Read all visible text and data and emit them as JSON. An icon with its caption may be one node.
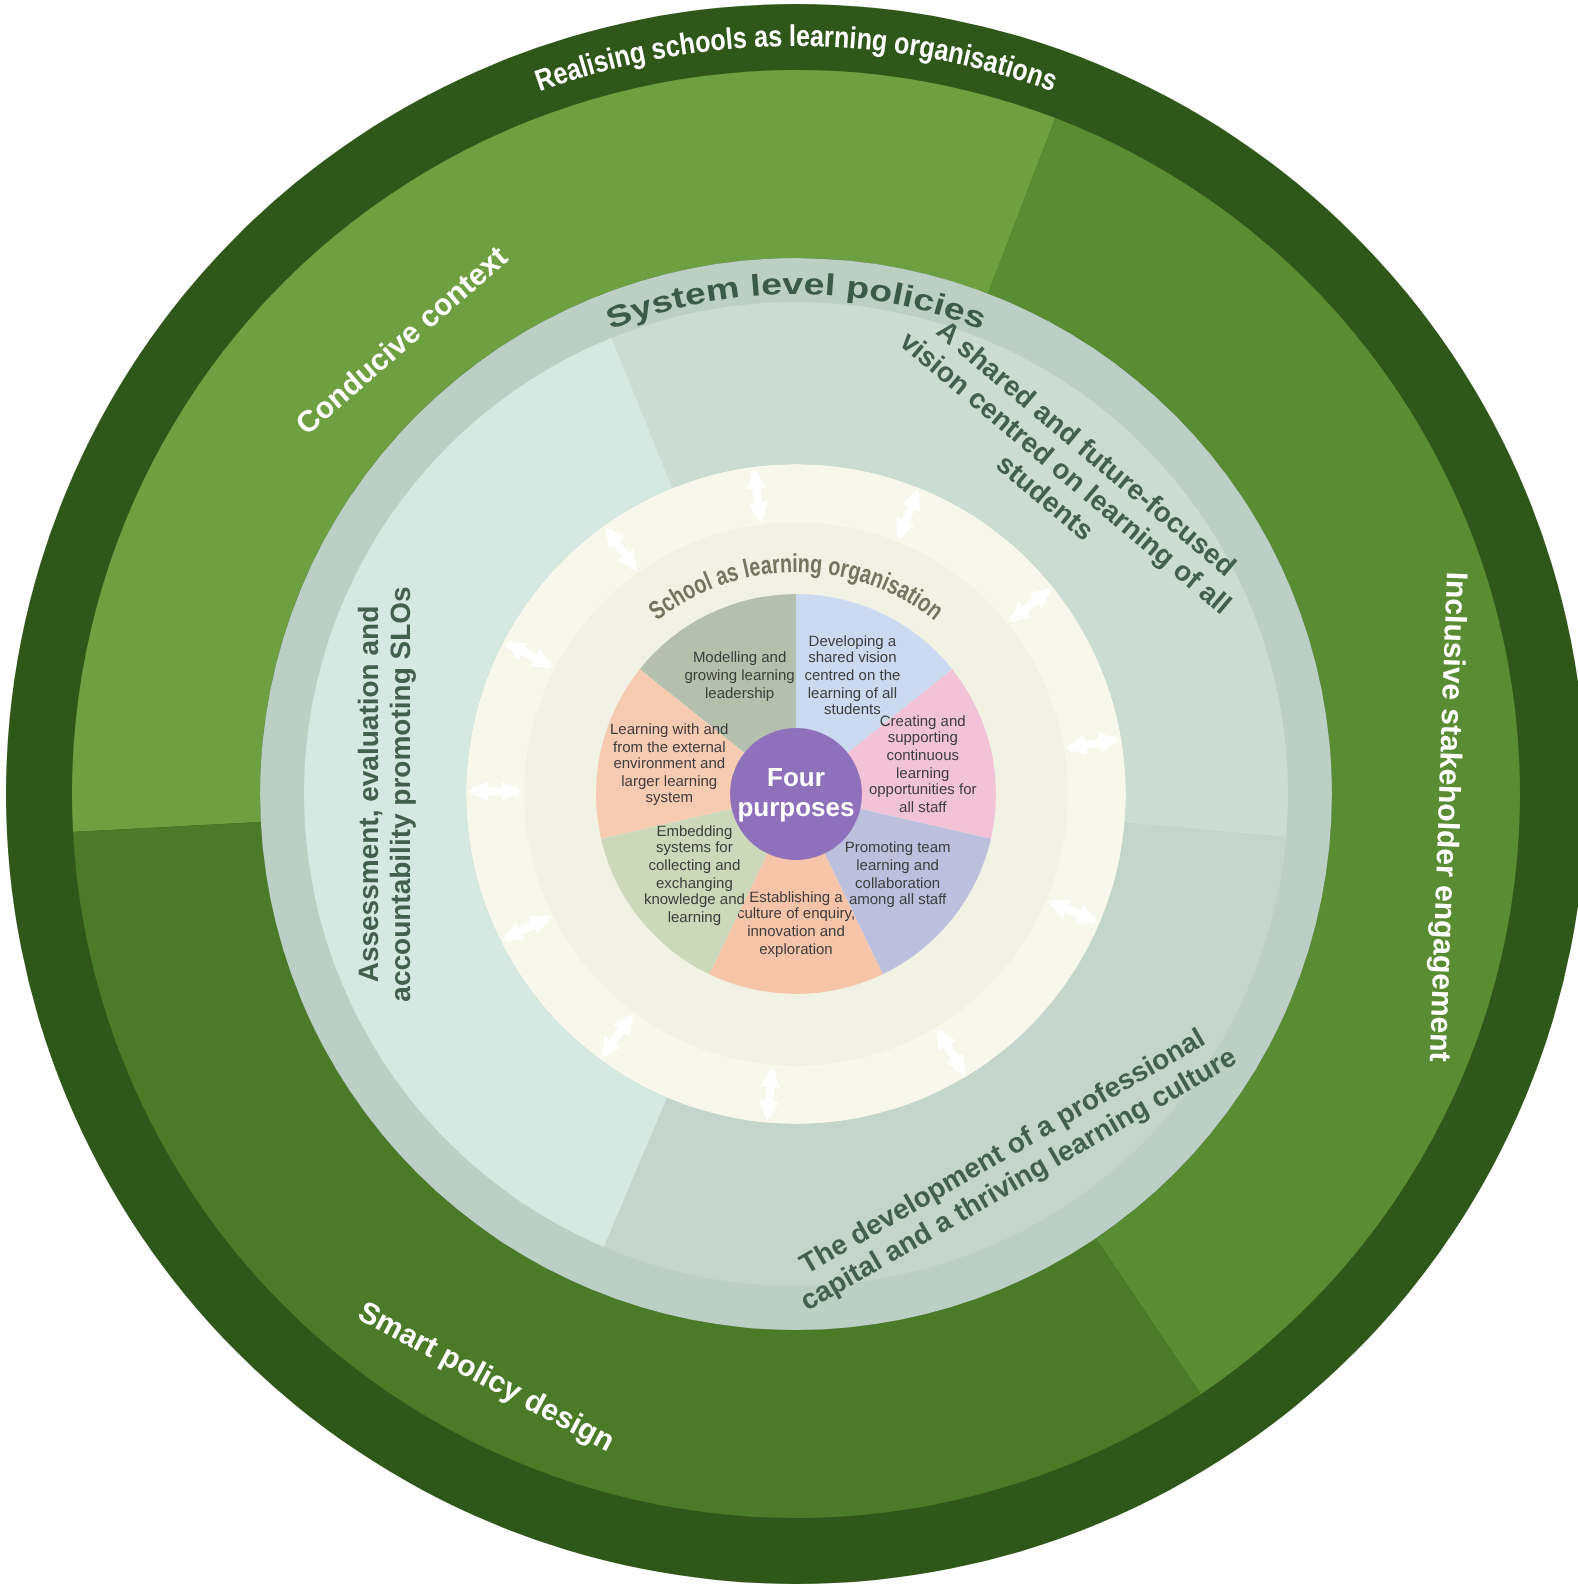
{
  "diagram": {
    "nodes": [
      {
        "text": [
          "Realising schools as learning organisations"
        ]
      },
      {
        "text": [
          "Conducive context"
        ],
        "in": 0
      },
      {
        "text": [
          "Inclusive stakeholder engagement"
        ],
        "in": 0
      },
      {
        "text": [
          "Smart policy design"
        ],
        "in": 0
      },
      {
        "text": [
          "System level policies"
        ],
        "in": 0
      },
      {
        "text": [
          "A shared and future-focused vision centred on learning of all students"
        ],
        "in": 4
      },
      {
        "text": [
          "The development of a professional capital and a thriving learning culture"
        ],
        "in": 4
      },
      {
        "text": [
          "Assessment, evaluation and accountability promoting SLOs"
        ],
        "in": 4
      },
      {
        "text": [
          "School as learning organisation"
        ],
        "in": 4
      },
      {
        "text": [
          "Modelling and growing learning leadership"
        ],
        "in": 8
      },
      {
        "text": [
          "Developing a shared vision centred on the learning of all students"
        ],
        "in": 8
      },
      {
        "text": [
          "Creating and supporting continuous learning opportunities for all staff"
        ],
        "in": 8
      },
      {
        "text": [
          "Promoting team learning and collaboration among all staff"
        ],
        "in": 8
      },
      {
        "text": [
          "Establishing a culture of enquiry, innovation and exploration"
        ],
        "in": 8
      },
      {
        "text": [
          "Embedding systems for collecting and exchanging knowledge and learning"
        ],
        "in": 8
      },
      {
        "text": [
          "Learning with and from the external environment and larger learning system"
        ],
        "in": 8
      },
      {
        "text": [
          "Four purposes"
        ],
        "in": 8
      }
    ],
    "edges": [
      {
        "from": 8,
        "to": 5,
        "arrow": "both"
      },
      {
        "from": 8,
        "to": 5,
        "arrow": "both"
      },
      {
        "from": 8,
        "to": 5,
        "arrow": "both"
      },
      {
        "from": 8,
        "to": 5,
        "arrow": "both"
      },
      {
        "from": 8,
        "to": 6,
        "arrow": "both"
      },
      {
        "from": 8,
        "to": 6,
        "arrow": "both"
      },
      {
        "from": 8,
        "to": 6,
        "arrow": "both"
      },
      {
        "from": 8,
        "to": 7,
        "arrow": "both"
      },
      {
        "from": 8,
        "to": 7,
        "arrow": "both"
      },
      {
        "from": 8,
        "to": 7,
        "arrow": "both"
      },
      {
        "from": 8,
        "to": 7,
        "arrow": "both"
      },
      {
        "from": 8,
        "to": 7,
        "arrow": "both"
      }
    ]
  }
}
